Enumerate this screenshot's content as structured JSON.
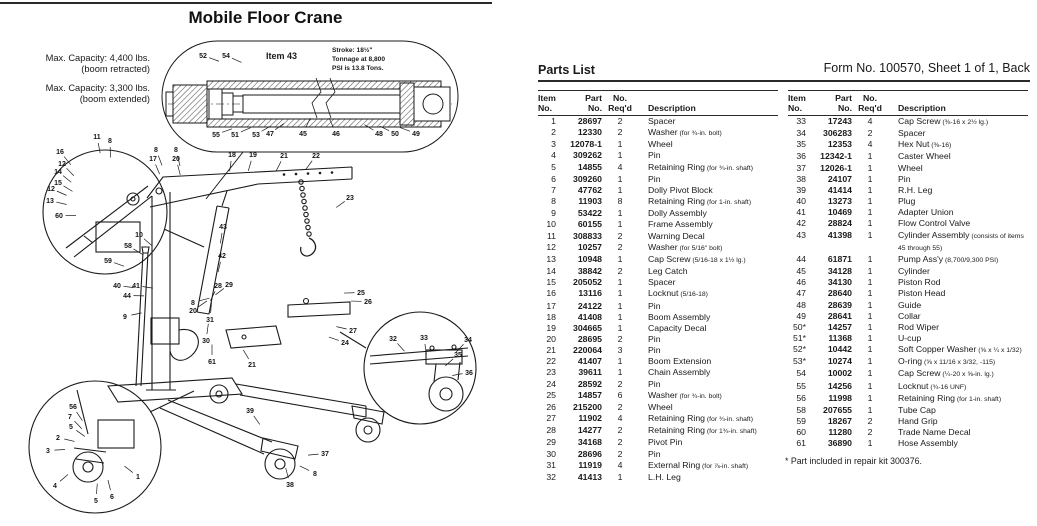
{
  "page": {
    "title": "Mobile Floor Crane"
  },
  "capacity": {
    "retracted_line1": "Max. Capacity: 4,400 lbs.",
    "retracted_line2": "(boom retracted)",
    "extended_line1": "Max. Capacity: 3,300 lbs.",
    "extended_line2": "(boom extended)"
  },
  "inset": {
    "item_label": "Item 43",
    "stroke": "Stroke: 18½\"",
    "tonnage": "Tonnage at 8,800",
    "psi": "PSI is 13.8 Tons."
  },
  "diagram": {
    "callouts": [
      [
        "52",
        203,
        58,
        "inset"
      ],
      [
        "54",
        226,
        58,
        "inset"
      ],
      [
        "55",
        216,
        137,
        "inset"
      ],
      [
        "51",
        235,
        137,
        "inset"
      ],
      [
        "53",
        256,
        137,
        "inset"
      ],
      [
        "47",
        270,
        136,
        "inset"
      ],
      [
        "45",
        303,
        136,
        "inset"
      ],
      [
        "46",
        336,
        136,
        "inset"
      ],
      [
        "48",
        379,
        136,
        "inset"
      ],
      [
        "50",
        395,
        136,
        "inset"
      ],
      [
        "49",
        416,
        136,
        "inset"
      ],
      [
        "11",
        97,
        139,
        "circleA"
      ],
      [
        "8",
        110,
        143,
        "circleA"
      ],
      [
        "16",
        60,
        154,
        "circleA"
      ],
      [
        "12",
        62,
        166,
        "circleA"
      ],
      [
        "14",
        58,
        174,
        "circleA"
      ],
      [
        "15",
        58,
        185,
        "circleA"
      ],
      [
        "12",
        51,
        191,
        "circleA"
      ],
      [
        "13",
        50,
        203,
        "circleA"
      ],
      [
        "60",
        59,
        218,
        "circleA"
      ],
      [
        "8",
        156,
        152,
        "main"
      ],
      [
        "17",
        153,
        161,
        "main"
      ],
      [
        "8",
        176,
        152,
        "main"
      ],
      [
        "20",
        176,
        161,
        "main"
      ],
      [
        "18",
        232,
        157,
        "main"
      ],
      [
        "19",
        253,
        157,
        "main"
      ],
      [
        "21",
        284,
        158,
        "main"
      ],
      [
        "22",
        316,
        158,
        "main"
      ],
      [
        "23",
        350,
        200,
        "main"
      ],
      [
        "10",
        139,
        237,
        "main"
      ],
      [
        "43",
        223,
        229,
        "main"
      ],
      [
        "42",
        222,
        258,
        "main"
      ],
      [
        "58",
        128,
        248,
        "main"
      ],
      [
        "59",
        108,
        263,
        "main"
      ],
      [
        "40",
        117,
        288,
        "main"
      ],
      [
        "41",
        136,
        288,
        "main"
      ],
      [
        "44",
        127,
        298,
        "main"
      ],
      [
        "9",
        125,
        319,
        "main"
      ],
      [
        "8",
        193,
        305,
        "main"
      ],
      [
        "20",
        193,
        313,
        "main"
      ],
      [
        "28",
        218,
        288,
        "main"
      ],
      [
        "29",
        229,
        287,
        "main"
      ],
      [
        "31",
        210,
        322,
        "main"
      ],
      [
        "30",
        206,
        343,
        "main"
      ],
      [
        "61",
        212,
        364,
        "main"
      ],
      [
        "21",
        252,
        367,
        "main"
      ],
      [
        "25",
        361,
        295,
        "main"
      ],
      [
        "26",
        368,
        304,
        "main"
      ],
      [
        "27",
        353,
        333,
        "main"
      ],
      [
        "24",
        345,
        345,
        "main"
      ],
      [
        "39",
        250,
        413,
        "legs"
      ],
      [
        "37",
        325,
        456,
        "legs"
      ],
      [
        "8",
        315,
        476,
        "legs"
      ],
      [
        "38",
        290,
        487,
        "legs"
      ],
      [
        "32",
        393,
        341,
        "circleC"
      ],
      [
        "33",
        424,
        340,
        "circleC"
      ],
      [
        "34",
        468,
        342,
        "circleC"
      ],
      [
        "35",
        458,
        357,
        "circleC"
      ],
      [
        "36",
        469,
        375,
        "circleC"
      ],
      [
        "56",
        73,
        409,
        "circleB"
      ],
      [
        "7",
        70,
        419,
        "circleB"
      ],
      [
        "5",
        71,
        429,
        "circleB"
      ],
      [
        "2",
        58,
        440,
        "circleB"
      ],
      [
        "3",
        48,
        453,
        "circleB"
      ],
      [
        "4",
        55,
        488,
        "circleB"
      ],
      [
        "5",
        96,
        503,
        "circleB"
      ],
      [
        "6",
        112,
        499,
        "circleB"
      ],
      [
        "1",
        138,
        479,
        "circleB"
      ]
    ]
  },
  "parts_list": {
    "heading": "Parts List",
    "form_ref": "Form No. 100570, Sheet 1 of 1, Back",
    "headers": {
      "item_l1": "Item",
      "item_l2": "No.",
      "part_l1": "Part",
      "part_l2": "No.",
      "req_l1": "No.",
      "req_l2": "Req'd",
      "desc": "Description"
    },
    "left_rows": [
      [
        "1",
        "28697",
        "2",
        "Spacer",
        ""
      ],
      [
        "2",
        "12330",
        "2",
        "Washer",
        "(for ¾-in. bolt)"
      ],
      [
        "3",
        "12078-1",
        "1",
        "Wheel",
        ""
      ],
      [
        "4",
        "309262",
        "1",
        "Pin",
        ""
      ],
      [
        "5",
        "14855",
        "4",
        "Retaining Ring",
        "(for ¾-in. shaft)"
      ],
      [
        "6",
        "309260",
        "1",
        "Pin",
        ""
      ],
      [
        "7",
        "47762",
        "1",
        "Dolly Pivot Block",
        ""
      ],
      [
        "8",
        "11903",
        "8",
        "Retaining Ring",
        "(for 1-in. shaft)"
      ],
      [
        "9",
        "53422",
        "1",
        "Dolly Assembly",
        ""
      ],
      [
        "10",
        "60155",
        "1",
        "Frame Assembly",
        ""
      ],
      [
        "11",
        "308833",
        "2",
        "Warning Decal",
        ""
      ],
      [
        "12",
        "10257",
        "2",
        "Washer",
        "(for 5/16\" bolt)"
      ],
      [
        "13",
        "10948",
        "1",
        "Cap Screw",
        "(5/16-18 x 1½ lg.)"
      ],
      [
        "14",
        "38842",
        "2",
        "Leg Catch",
        ""
      ],
      [
        "15",
        "205052",
        "1",
        "Spacer",
        ""
      ],
      [
        "16",
        "13116",
        "1",
        "Locknut",
        "(5/16-18)"
      ],
      [
        "17",
        "24122",
        "1",
        "Pin",
        ""
      ],
      [
        "18",
        "41408",
        "1",
        "Boom Assembly",
        ""
      ],
      [
        "19",
        "304665",
        "1",
        "Capacity Decal",
        ""
      ],
      [
        "20",
        "28695",
        "2",
        "Pin",
        ""
      ],
      [
        "21",
        "220064",
        "3",
        "Pin",
        ""
      ],
      [
        "22",
        "41407",
        "1",
        "Boom Extension",
        ""
      ],
      [
        "23",
        "39611",
        "1",
        "Chain Assembly",
        ""
      ],
      [
        "24",
        "28592",
        "2",
        "Pin",
        ""
      ],
      [
        "25",
        "14857",
        "6",
        "Washer",
        "(for ¾-in. bolt)"
      ],
      [
        "26",
        "215200",
        "2",
        "Wheel",
        ""
      ],
      [
        "27",
        "11902",
        "4",
        "Retaining Ring",
        "(for ¾-in. shaft)"
      ],
      [
        "28",
        "14277",
        "2",
        "Retaining Ring",
        "(for 1¾-in. shaft)"
      ],
      [
        "29",
        "34168",
        "2",
        "Pivot Pin",
        ""
      ],
      [
        "30",
        "28696",
        "2",
        "Pin",
        ""
      ],
      [
        "31",
        "11919",
        "4",
        "External Ring",
        "(for ⅞-in. shaft)"
      ],
      [
        "32",
        "41413",
        "1",
        "L.H. Leg",
        ""
      ]
    ],
    "right_rows": [
      [
        "33",
        "17243",
        "4",
        "Cap Screw",
        "(⅜-16 x 2½ lg.)"
      ],
      [
        "34",
        "306283",
        "2",
        "Spacer",
        ""
      ],
      [
        "35",
        "12353",
        "4",
        "Hex Nut",
        "(⅜-16)"
      ],
      [
        "36",
        "12342-1",
        "1",
        "Caster Wheel",
        ""
      ],
      [
        "37",
        "12026-1",
        "1",
        "Wheel",
        ""
      ],
      [
        "38",
        "24107",
        "1",
        "Pin",
        ""
      ],
      [
        "39",
        "41414",
        "1",
        "R.H. Leg",
        ""
      ],
      [
        "40",
        "13273",
        "1",
        "Plug",
        ""
      ],
      [
        "41",
        "10469",
        "1",
        "Adapter Union",
        ""
      ],
      [
        "42",
        "28824",
        "1",
        "Flow Control Valve",
        ""
      ],
      [
        "43",
        "41398",
        "1",
        "Cylinder Assembly",
        "(consists of items 45 through 55)"
      ],
      [
        "44",
        "61871",
        "1",
        "Pump Ass'y",
        "(8,700/9,300 PSI)"
      ],
      [
        "45",
        "34128",
        "1",
        "Cylinder",
        ""
      ],
      [
        "46",
        "34130",
        "1",
        "Piston Rod",
        ""
      ],
      [
        "47",
        "28640",
        "1",
        "Piston Head",
        ""
      ],
      [
        "48",
        "28639",
        "1",
        "Guide",
        ""
      ],
      [
        "49",
        "28641",
        "1",
        "Collar",
        ""
      ],
      [
        "50*",
        "14257",
        "1",
        "Rod Wiper",
        ""
      ],
      [
        "51*",
        "11368",
        "1",
        "U-cup",
        ""
      ],
      [
        "52*",
        "10442",
        "1",
        "Soft Copper Washer",
        "(⅝ x ¼ x 1/32)"
      ],
      [
        "53*",
        "10274",
        "1",
        "O-ring",
        "(⅝ x 11/16 x 3/32, -115)"
      ],
      [
        "54",
        "10002",
        "1",
        "Cap Screw",
        "(¼-20 x ⅝-in. lg.)"
      ],
      [
        "55",
        "14256",
        "1",
        "Locknut",
        "(¾-16 UNF)"
      ],
      [
        "56",
        "11998",
        "1",
        "Retaining Ring",
        "(for 1-in. shaft)"
      ],
      [
        "58",
        "207655",
        "1",
        "Tube Cap",
        ""
      ],
      [
        "59",
        "18267",
        "2",
        "Hand Grip",
        ""
      ],
      [
        "60",
        "11280",
        "2",
        "Trade Name Decal",
        ""
      ],
      [
        "61",
        "36890",
        "1",
        "Hose Assembly",
        ""
      ]
    ],
    "footnote": "* Part included in repair kit 300376."
  }
}
